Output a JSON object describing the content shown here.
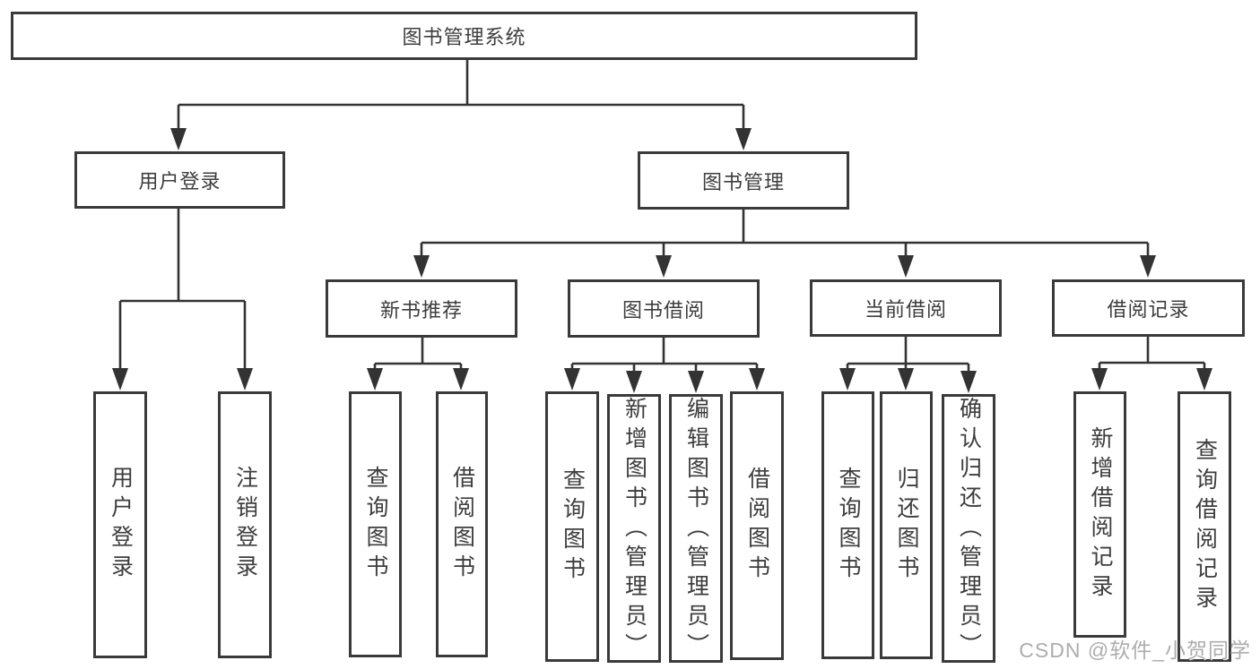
{
  "diagram": {
    "root": {
      "label": "图书管理系统"
    },
    "level2": [
      {
        "label": "用户登录"
      },
      {
        "label": "图书管理"
      }
    ],
    "level3": [
      {
        "label": "新书推荐"
      },
      {
        "label": "图书借阅"
      },
      {
        "label": "当前借阅"
      },
      {
        "label": "借阅记录"
      }
    ],
    "leaves": {
      "user_login": [
        {
          "label": "用户登录"
        },
        {
          "label": "注销登录"
        }
      ],
      "new_book": [
        {
          "label": "查询图书"
        },
        {
          "label": "借阅图书"
        }
      ],
      "book_borrow": [
        {
          "label": "查询图书"
        },
        {
          "label": "新增图书（管理员）"
        },
        {
          "label": "编辑图书（管理员）"
        },
        {
          "label": "借阅图书"
        }
      ],
      "current_borrow": [
        {
          "label": "查询图书"
        },
        {
          "label": "归还图书"
        },
        {
          "label": "确认归还（管理员）"
        }
      ],
      "borrow_record": [
        {
          "label": "新增借阅记录"
        },
        {
          "label": "查询借阅记录"
        }
      ]
    }
  },
  "watermark": {
    "text": "CSDN @软件_小贺同学"
  },
  "colors": {
    "line": "#333333",
    "box_border": "#3a3a3a",
    "text": "#3d3d3d",
    "watermark": "#adadad",
    "background": "#ffffff"
  }
}
